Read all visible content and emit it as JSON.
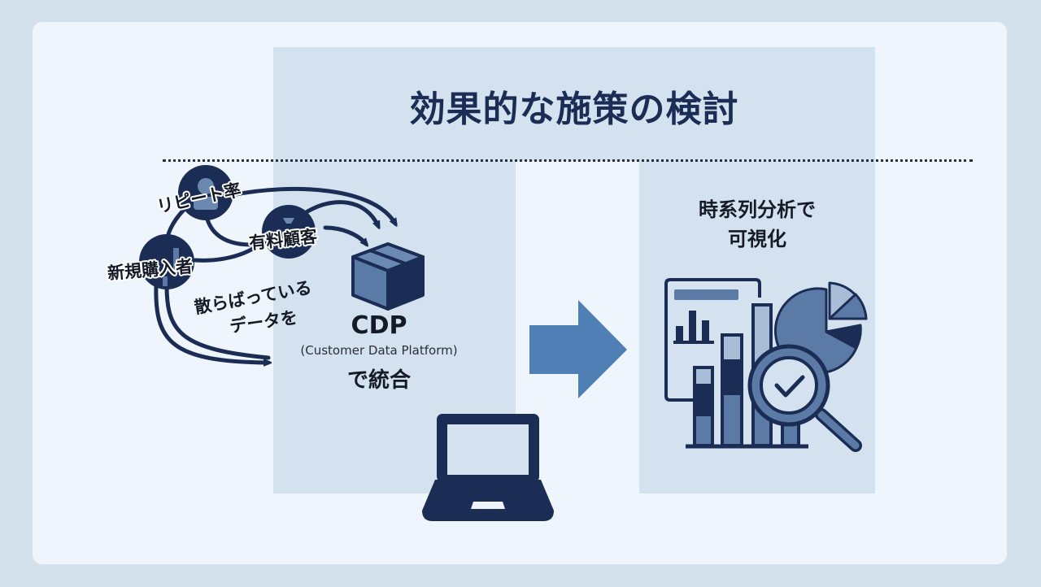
{
  "slide": {
    "title": "効果的な施策の検討"
  },
  "left_section": {
    "data_labels": {
      "repeat_rate": "リピート率",
      "paid_customers": "有料顧客",
      "new_purchasers": "新規購入者"
    },
    "scattered_text_line1": "散らばっている",
    "scattered_text_line2": "データを",
    "cdp_label": "CDP",
    "cdp_full_name": "(Customer Data Platform)",
    "cdp_action": "で統合"
  },
  "right_section": {
    "title_line1": "時系列分析で",
    "title_line2": "可視化"
  },
  "icons": {
    "person": "person-icon",
    "money_bag": "money-bag-icon",
    "chart": "bar-chart-icon",
    "box": "box-icon",
    "arrow": "right-arrow-icon",
    "laptop": "laptop-icon",
    "dashboard": "dashboard-icon",
    "pie": "pie-chart-icon",
    "magnifier": "magnifier-check-icon"
  },
  "colors": {
    "navy": "#1b2d55",
    "mid_blue": "#4f7aa8",
    "light_blue": "#a9bdd6",
    "panel": "#d3e2ee",
    "card": "#eff5fc"
  }
}
